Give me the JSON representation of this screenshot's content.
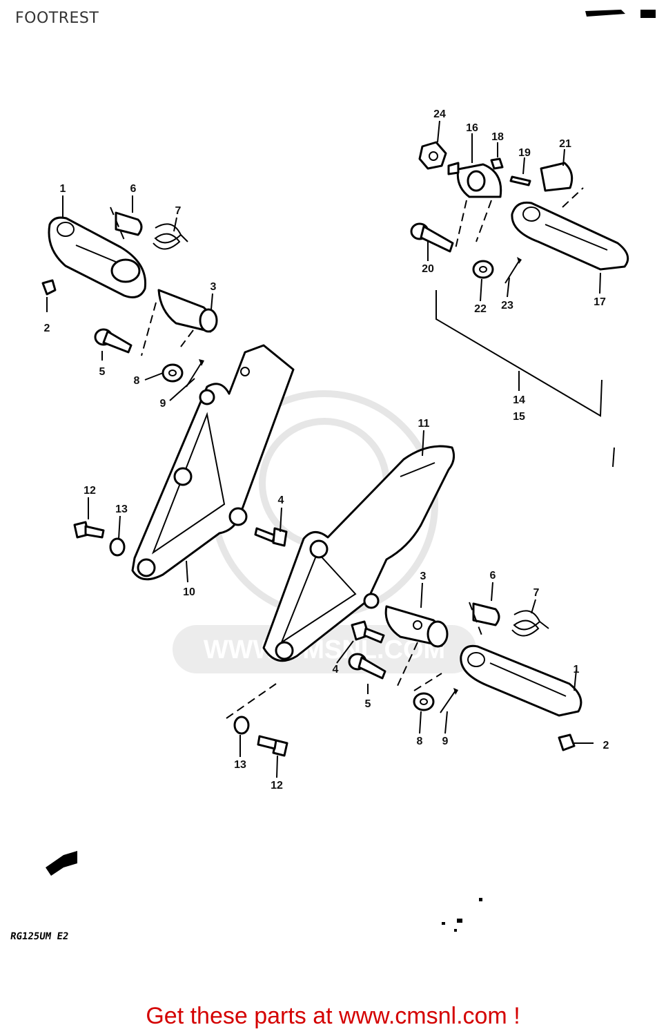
{
  "title": "FOOTREST",
  "model_code": "RG125UM E2",
  "footer": {
    "text": "Get these parts at www.cmsnl.com !"
  },
  "watermark": {
    "text": "WWW.CMSNL.COM"
  },
  "callouts": {
    "c1_left": "1",
    "c2_left": "2",
    "c3_left": "3",
    "c4_left": "4",
    "c5_left": "5",
    "c6_left": "6",
    "c7_left": "7",
    "c8_left": "8",
    "c9_left": "9",
    "c10": "10",
    "c11": "11",
    "c12_left": "12",
    "c13_left": "13",
    "c14": "14",
    "c15": "15",
    "c16": "16",
    "c17": "17",
    "c18": "18",
    "c19": "19",
    "c20": "20",
    "c21": "21",
    "c22": "22",
    "c23": "23",
    "c24": "24",
    "c1_right": "1",
    "c2_right": "2",
    "c3_right": "3",
    "c4_right": "4",
    "c5_right": "5",
    "c6_right": "6",
    "c7_right": "7",
    "c8_right": "8",
    "c9_right": "9",
    "c12_right": "12",
    "c13_right": "13"
  }
}
